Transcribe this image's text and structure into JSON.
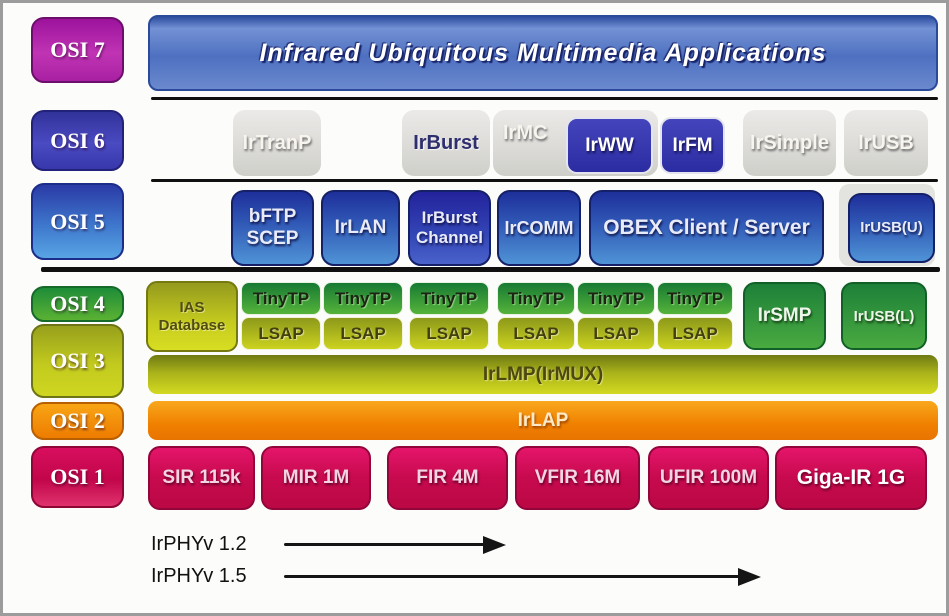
{
  "title": "IrDA protocol stack mapped to OSI layers",
  "osi_column": [
    "OSI 7",
    "OSI 6",
    "OSI 5",
    "OSI 4",
    "OSI 3",
    "OSI 2",
    "OSI 1"
  ],
  "banner": "Infrared Ubiquitous Multimedia Applications",
  "osi6_row": {
    "irtranp": "IrTranP",
    "irburst": "IrBurst",
    "irmc": "IrMC",
    "irww": "IrWW",
    "irfm": "IrFM",
    "irsimple": "IrSimple",
    "irusb": "IrUSB"
  },
  "osi5_row": {
    "bftp_line1": "bFTP",
    "bftp_line2": "SCEP",
    "irlan": "IrLAN",
    "irburst_channel_line1": "IrBurst",
    "irburst_channel_line2": "Channel",
    "ircomm": "IrCOMM",
    "obex": "OBEX Client / Server",
    "irusb_u": "IrUSB(U)"
  },
  "osi4_row": {
    "ias_line1": "IAS",
    "ias_line2": "Database",
    "tinytp": [
      "TinyTP",
      "TinyTP",
      "TinyTP",
      "TinyTP",
      "TinyTP",
      "TinyTP"
    ],
    "lsap": [
      "LSAP",
      "LSAP",
      "LSAP",
      "LSAP",
      "LSAP",
      "LSAP"
    ],
    "irsmp": "IrSMP",
    "irusb_l": "IrUSB(L)"
  },
  "osi3_bar": "IrLMP(IrMUX)",
  "osi2_bar": "IrLAP",
  "osi1_row": [
    "SIR 115k",
    "MIR 1M",
    "FIR 4M",
    "VFIR 16M",
    "UFIR 100M",
    "Giga-IR 1G"
  ],
  "arrows": [
    {
      "label": "IrPHYv 1.2"
    },
    {
      "label": "IrPHYv 1.5"
    }
  ],
  "colors": {
    "banner_blue": "#4f74c8",
    "gray_box": "#d9d9d6",
    "session_blue": "#2f55b4",
    "indigo_box": "#3434ae",
    "tinytp_green": "#2e9440",
    "lsap_olive": "#b7bf1c",
    "irlap_orange": "#f08200",
    "phy_crimson": "#cc0a50",
    "osi7_magenta": "#b11fa6",
    "line_black": "#101010"
  }
}
